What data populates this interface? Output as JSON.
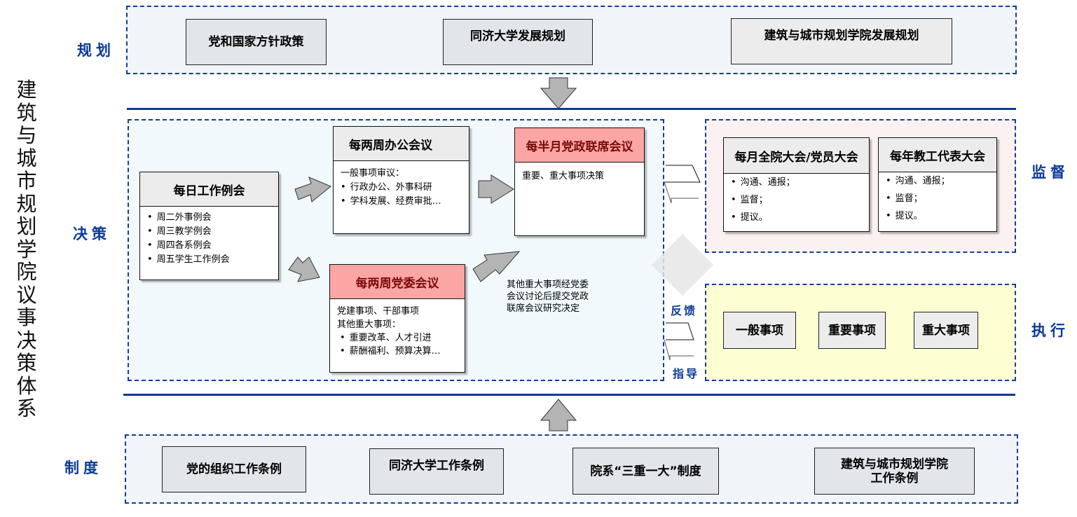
{
  "title": "建筑与城市规划学院议事决策体系",
  "sections": {
    "plan": "规划",
    "decide": "决策",
    "supervise": "监督",
    "execute": "执行",
    "system": "制度"
  },
  "plan_boxes": [
    "党和国家方针政策",
    "同济大学发展规划",
    "建筑与城市规划学院发展规划"
  ],
  "decide": {
    "daily": {
      "title": "每日工作例会",
      "items": [
        "周二外事例会",
        "周三教学例会",
        "周四各系例会",
        "周五学生工作例会"
      ]
    },
    "office": {
      "title": "每两周办公会议",
      "intro": "一般事项审议：",
      "items": [
        "行政办公、外事科研",
        "学科发展、经费审批…"
      ]
    },
    "joint": {
      "title": "每半月党政联席会议",
      "body": "重要、重大事项决策"
    },
    "party": {
      "title": "每两周党委会议",
      "lines": [
        "党建事项、干部事项",
        "其他重大事项："
      ],
      "items": [
        "重要改革、人才引进",
        "薪酬福利、预算决算…"
      ]
    },
    "note": [
      "其他重大事项经党委",
      "会议讨论后提交党政",
      "联席会议研究决定"
    ]
  },
  "supervise_boxes": [
    {
      "title": "每月全院大会/党员大会",
      "items": [
        "沟通、通报；",
        "监督；",
        "提议。"
      ]
    },
    {
      "title": "每年教工代表大会",
      "items": [
        "沟通、通报；",
        "监督；",
        "提议。"
      ]
    }
  ],
  "feedback_label": "反馈",
  "guide_label": "指导",
  "execute_boxes": [
    "一般事项",
    "重要事项",
    "重大事项"
  ],
  "system_boxes": [
    "党的组织工作条例",
    "同济大学工作条例",
    "院系“三重一大”制度",
    "建筑与城市规划学院\n工作条例"
  ],
  "colors": {
    "accent_blue": "#0b3a9a",
    "header_pink": "#fca5a5",
    "execute_bg": "#fefed3",
    "supervise_bg": "#fbf1f1",
    "arrow_gray": "#b4b4b4"
  }
}
